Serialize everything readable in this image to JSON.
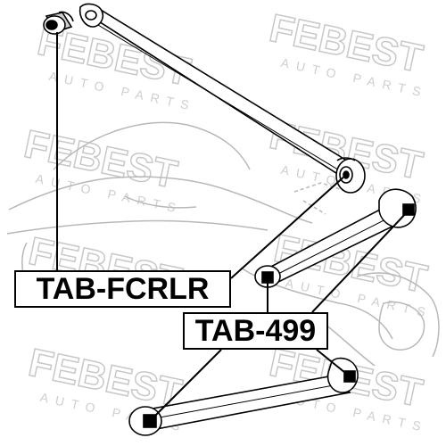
{
  "watermark": {
    "brand": "FEBEST",
    "tagline": "AUTO PARTS",
    "color": "#d9d9d9"
  },
  "part_labels": [
    {
      "part_number": "TAB-FCRLR"
    },
    {
      "part_number": "TAB-499"
    }
  ],
  "colors": {
    "line": "#000000",
    "background": "#ffffff",
    "drawing_grey": "#bdbdbd"
  }
}
